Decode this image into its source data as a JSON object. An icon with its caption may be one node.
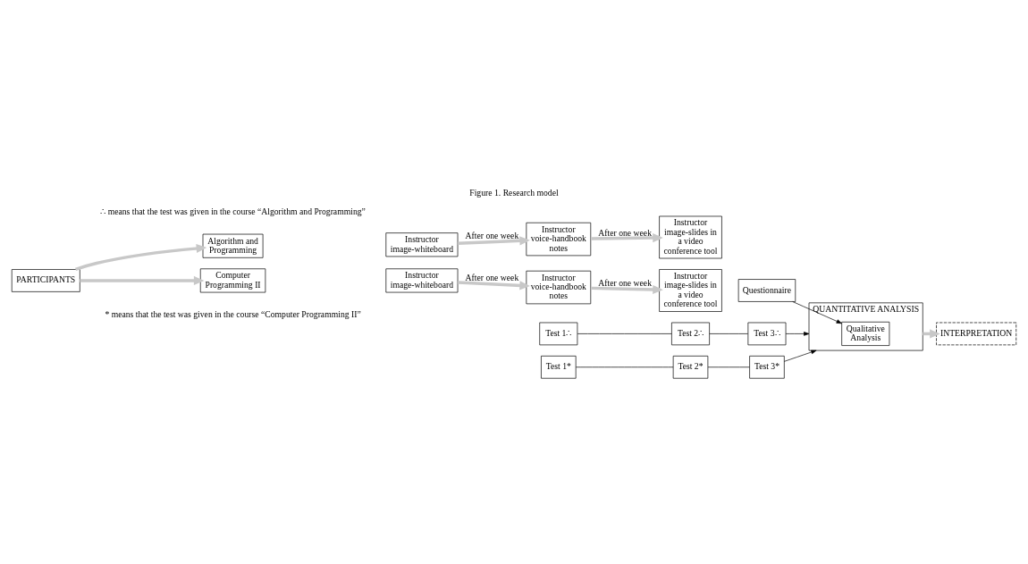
{
  "diagram": {
    "title": "Figure 1. Research model",
    "nodes": [
      {
        "text": [
          "PARTICIPANTS"
        ]
      },
      {
        "text": [
          "Algorithm and Programming"
        ]
      },
      {
        "text": [
          "Computer Programming II"
        ]
      },
      {
        "text": [
          "Instructor image-whiteboard"
        ]
      },
      {
        "text": [
          "Instructor voice-handbook notes"
        ]
      },
      {
        "text": [
          "Instructor image-slides in a video conference tool"
        ]
      },
      {
        "text": [
          "Instructor image-whiteboard"
        ]
      },
      {
        "text": [
          "Instructor voice-handbook notes"
        ]
      },
      {
        "text": [
          "Instructor image-slides in a video conference tool"
        ]
      },
      {
        "text": [
          "Test 1∴"
        ]
      },
      {
        "text": [
          "Test 2∴"
        ]
      },
      {
        "text": [
          "Test 3∴"
        ]
      },
      {
        "text": [
          "Test 1*"
        ]
      },
      {
        "text": [
          "Test 2*"
        ]
      },
      {
        "text": [
          "Test 3*"
        ]
      },
      {
        "text": [
          "Questionnaire"
        ]
      },
      {
        "text": [
          "QUANTITATIVE ANALYSIS"
        ]
      },
      {
        "text": [
          "Qualitative Analysis"
        ],
        "in": 16
      },
      {
        "text": [
          "INTERPRETATION"
        ]
      }
    ],
    "edges": [
      {
        "from": 0,
        "to": 1,
        "arrow": "to",
        "style": "thick",
        "color": "#c8c8c8"
      },
      {
        "from": 0,
        "to": 2,
        "arrow": "to",
        "style": "thick",
        "color": "#c8c8c8"
      },
      {
        "from": 3,
        "to": 4,
        "arrow": "to",
        "style": "thick",
        "color": "#c8c8c8",
        "label": "After one week"
      },
      {
        "from": 4,
        "to": 5,
        "arrow": "to",
        "style": "thick",
        "color": "#c8c8c8",
        "label": "After one week"
      },
      {
        "from": 6,
        "to": 7,
        "arrow": "to",
        "style": "thick",
        "color": "#c8c8c8",
        "label": "After one week"
      },
      {
        "from": 7,
        "to": 8,
        "arrow": "to",
        "style": "thick",
        "color": "#c8c8c8",
        "label": "After one week"
      },
      {
        "from": 9,
        "to": 10,
        "arrow": "none",
        "color": "#000000"
      },
      {
        "from": 10,
        "to": 11,
        "arrow": "none",
        "color": "#000000"
      },
      {
        "from": 11,
        "to": 16,
        "arrow": "to",
        "color": "#000000"
      },
      {
        "from": 12,
        "to": 13,
        "arrow": "none",
        "color": "#000000"
      },
      {
        "from": 13,
        "to": 14,
        "arrow": "none",
        "color": "#000000"
      },
      {
        "from": 14,
        "to": 16,
        "arrow": "to",
        "color": "#000000"
      },
      {
        "from": 15,
        "to": 17,
        "arrow": "to",
        "color": "#000000"
      },
      {
        "from": 16,
        "to": 18,
        "arrow": "to",
        "style": "thick",
        "color": "#c8c8c8"
      }
    ],
    "labels": [
      "* means that the test was given in the course “Computer Programming II”",
      "∴ means that the test was given in the course “Algorithm and Programming”"
    ]
  }
}
